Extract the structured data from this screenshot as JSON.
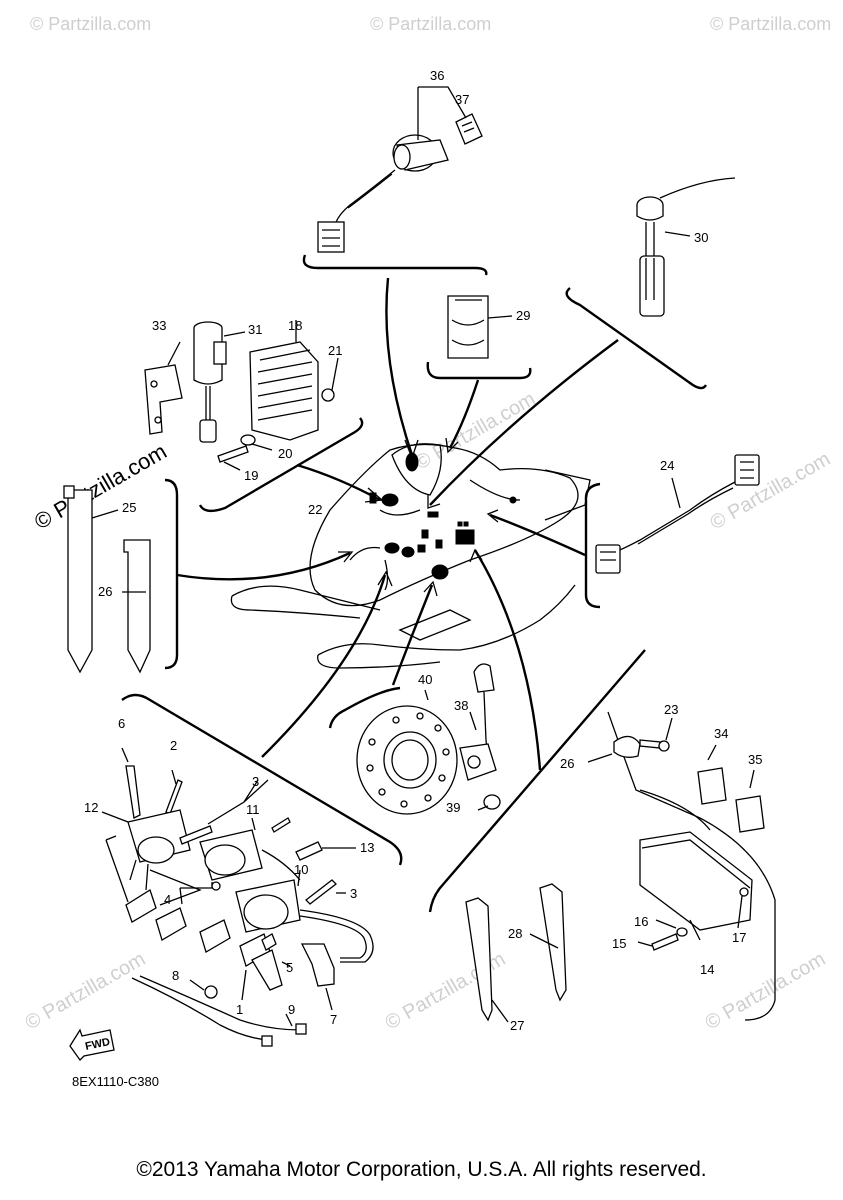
{
  "diagram_code": "8EX1110-C380",
  "copyright": "©2013 Yamaha Motor Corporation, U.S.A. All rights reserved.",
  "watermark": "© Partzilla.com",
  "fwd_label": "FWD",
  "callouts": {
    "c1": "1",
    "c2": "2",
    "c3a": "3",
    "c3b": "3",
    "c4": "4",
    "c5": "5",
    "c6": "6",
    "c7": "7",
    "c8": "8",
    "c9": "9",
    "c10": "10",
    "c11": "11",
    "c12": "12",
    "c13": "13",
    "c14": "14",
    "c15": "15",
    "c16": "16",
    "c17": "17",
    "c18": "18",
    "c19": "19",
    "c20": "20",
    "c21": "21",
    "c22": "22",
    "c23": "23",
    "c24": "24",
    "c25": "25",
    "c26a": "26",
    "c26b": "26",
    "c27": "27",
    "c28": "28",
    "c29": "29",
    "c30": "30",
    "c31": "31",
    "c33": "33",
    "c34": "34",
    "c35": "35",
    "c36": "36",
    "c37": "37",
    "c38": "38",
    "c39": "39",
    "c40": "40"
  }
}
